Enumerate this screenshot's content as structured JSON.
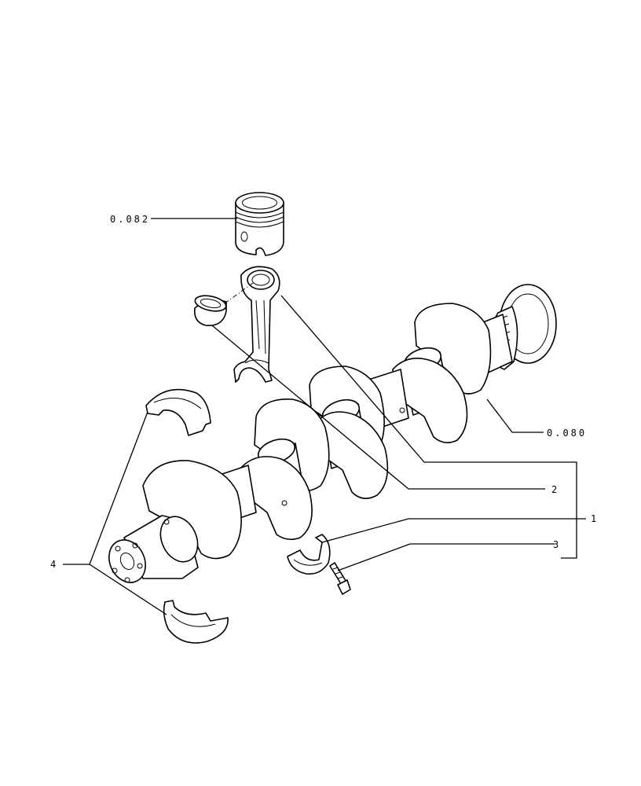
{
  "callouts": {
    "piston_ref": "0.082",
    "flywheel_gear_ref": "0.080",
    "item_1": "1",
    "item_2": "2",
    "item_3": "3",
    "item_4": "4"
  },
  "colors": {
    "line": "#000000",
    "background": "#ffffff"
  }
}
